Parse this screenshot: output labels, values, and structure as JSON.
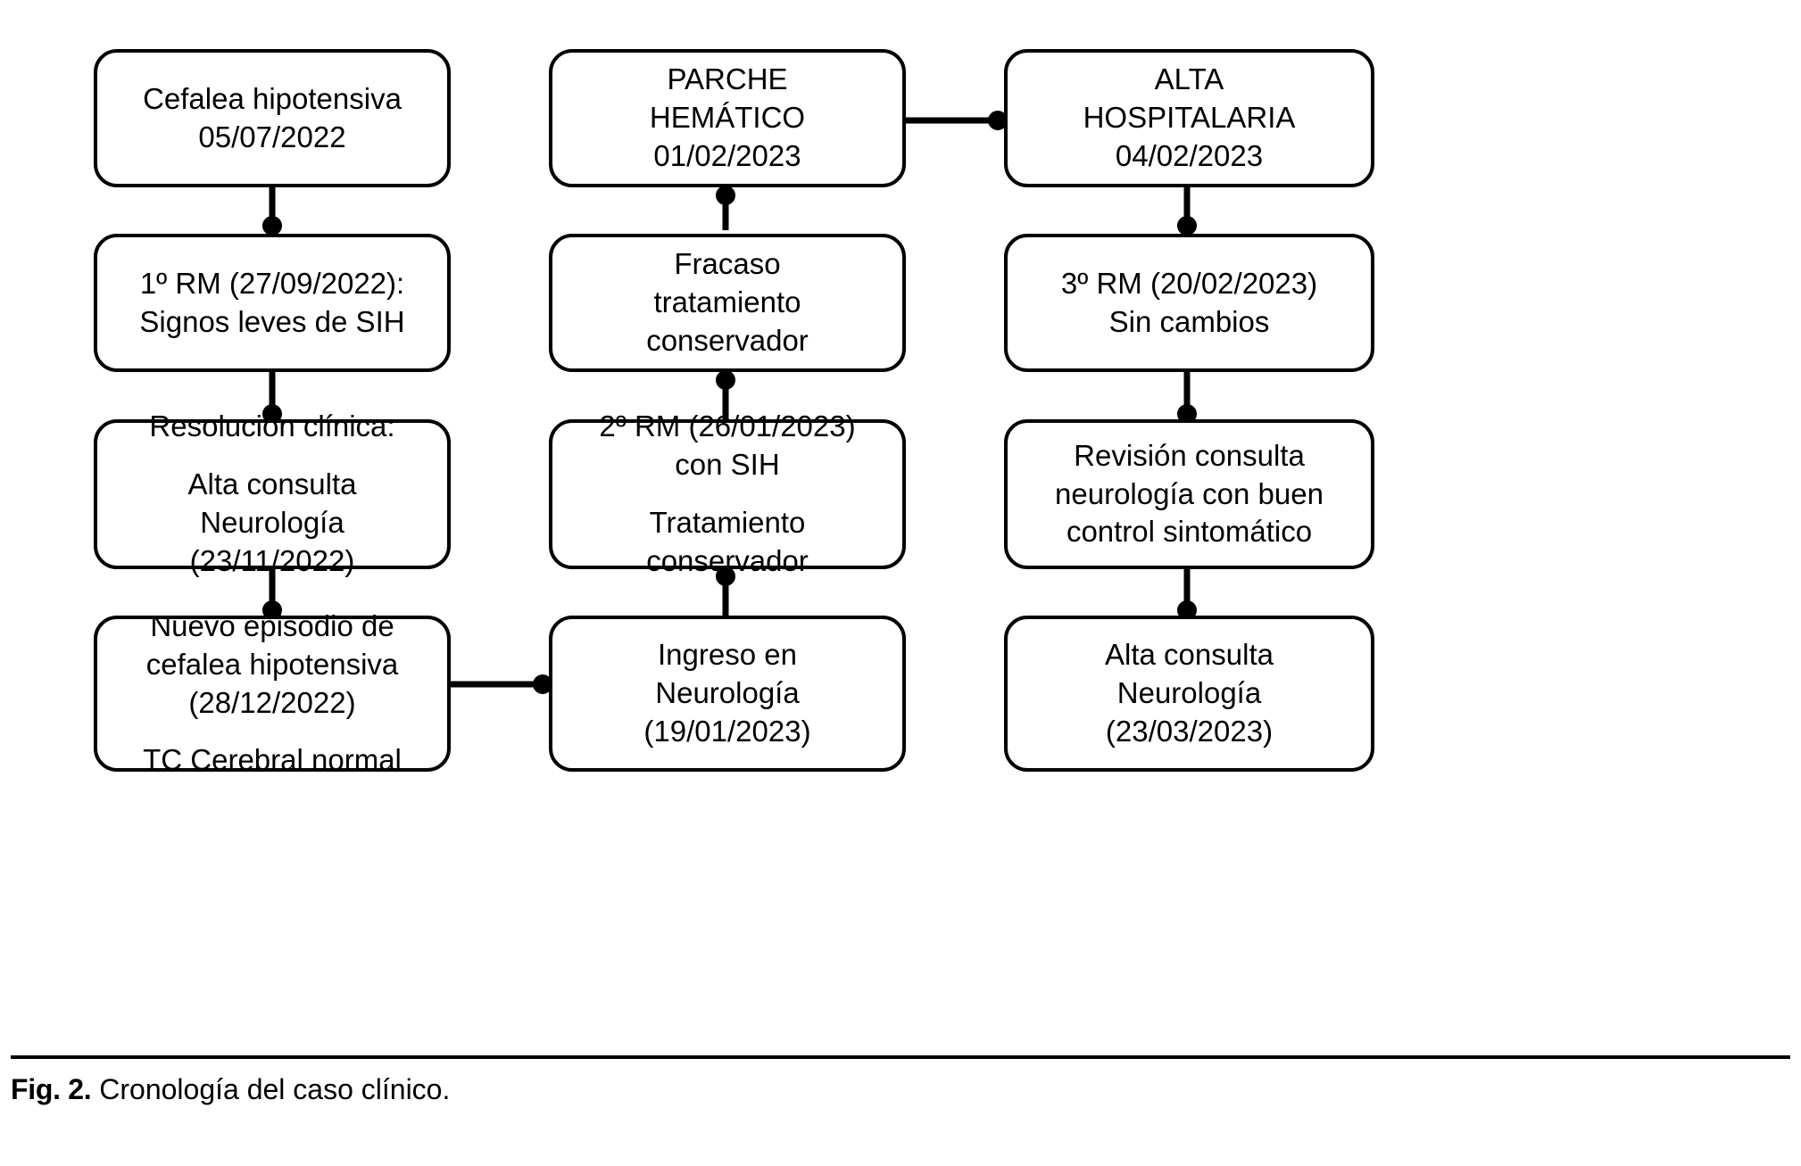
{
  "figure": {
    "caption_label": "Fig. 2.",
    "caption_text": "Cronología del caso clínico.",
    "accent_color": "#000000",
    "background_color": "#ffffff"
  },
  "chart_data": {
    "type": "diagram",
    "title": "Cronología del caso clínico",
    "layout": "three-column flowchart, top-to-bottom within each column, left-to-right between columns",
    "columns": 3,
    "rows": 4,
    "nodes": [
      {
        "id": "n1",
        "column": 1,
        "row": 1,
        "lines": [
          "Cefalea hipotensiva",
          "05/07/2022"
        ]
      },
      {
        "id": "n2",
        "column": 1,
        "row": 2,
        "lines": [
          "1º RM (27/09/2022):",
          "Signos leves de SIH"
        ]
      },
      {
        "id": "n3",
        "column": 1,
        "row": 3,
        "lines": [
          "Resolución clínica:",
          "Alta consulta",
          "Neurología",
          "(23/11/2022)"
        ],
        "gap_after_line": 1
      },
      {
        "id": "n4",
        "column": 1,
        "row": 4,
        "lines": [
          "Nuevo episodio de",
          "cefalea hipotensiva",
          "(28/12/2022)",
          "TC Cerebral normal"
        ],
        "gap_after_line": 3
      },
      {
        "id": "n5",
        "column": 2,
        "row": 1,
        "lines": [
          "PARCHE",
          "HEMÁTICO",
          "01/02/2023"
        ]
      },
      {
        "id": "n6",
        "column": 2,
        "row": 2,
        "lines": [
          "Fracaso",
          "tratamiento",
          "conservador"
        ]
      },
      {
        "id": "n7",
        "column": 2,
        "row": 3,
        "lines": [
          "2º RM (26/01/2023)",
          "con SIH",
          "Tratamiento",
          "conservador"
        ],
        "gap_after_line": 2
      },
      {
        "id": "n8",
        "column": 2,
        "row": 4,
        "lines": [
          "Ingreso en",
          "Neurología",
          "(19/01/2023)"
        ]
      },
      {
        "id": "n9",
        "column": 3,
        "row": 1,
        "lines": [
          "ALTA",
          "HOSPITALARIA",
          "04/02/2023"
        ]
      },
      {
        "id": "n10",
        "column": 3,
        "row": 2,
        "lines": [
          "3º RM (20/02/2023)",
          "Sin cambios"
        ]
      },
      {
        "id": "n11",
        "column": 3,
        "row": 3,
        "lines": [
          "Revisión consulta",
          "neurología con buen",
          "control sintomático"
        ]
      },
      {
        "id": "n12",
        "column": 3,
        "row": 4,
        "lines": [
          "Alta consulta",
          "Neurología",
          "(23/03/2023)"
        ]
      }
    ],
    "edges": [
      {
        "from": "n1",
        "to": "n2",
        "orientation": "vertical",
        "endpoint_marker": "dot"
      },
      {
        "from": "n2",
        "to": "n3",
        "orientation": "vertical",
        "endpoint_marker": "dot"
      },
      {
        "from": "n3",
        "to": "n4",
        "orientation": "vertical",
        "endpoint_marker": "dot"
      },
      {
        "from": "n4",
        "to": "n8",
        "orientation": "horizontal",
        "endpoint_marker": "dot"
      },
      {
        "from": "n8",
        "to": "n7",
        "orientation": "vertical-up",
        "endpoint_marker": "dot"
      },
      {
        "from": "n7",
        "to": "n6",
        "orientation": "vertical-up",
        "endpoint_marker": "dot"
      },
      {
        "from": "n6",
        "to": "n5",
        "orientation": "vertical-up",
        "endpoint_marker": "dot"
      },
      {
        "from": "n5",
        "to": "n9",
        "orientation": "horizontal",
        "endpoint_marker": "dot"
      },
      {
        "from": "n9",
        "to": "n10",
        "orientation": "vertical",
        "endpoint_marker": "dot"
      },
      {
        "from": "n10",
        "to": "n11",
        "orientation": "vertical",
        "endpoint_marker": "dot"
      },
      {
        "from": "n11",
        "to": "n12",
        "orientation": "vertical",
        "endpoint_marker": "dot"
      }
    ]
  }
}
